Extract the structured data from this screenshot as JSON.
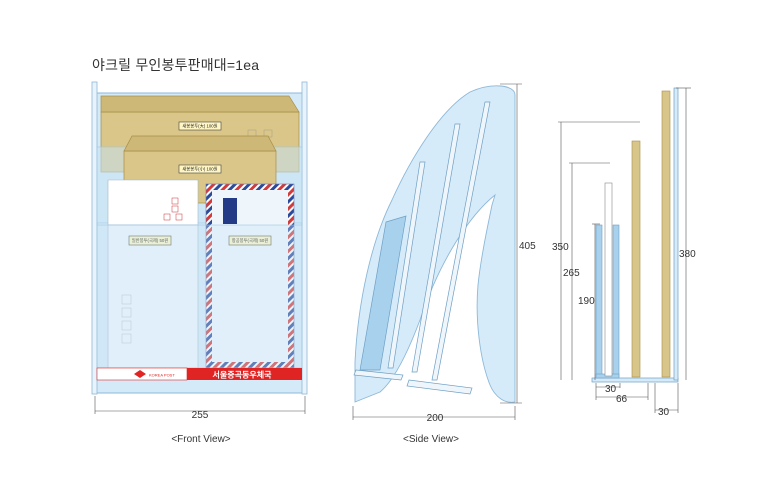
{
  "title": "야크릴 무인봉투판매대=1ea",
  "colors": {
    "acrylic": "#cfe6f7",
    "acrylic_edge": "#8db8d8",
    "kraft": "#d8c58a",
    "kraft_edge": "#a88e48",
    "red_band": "#e02424",
    "dim_line": "#555555"
  },
  "front_view": {
    "caption": "<Front View>",
    "width_dim": "255",
    "envelope_labels": [
      "새봉봉투(大) 100원",
      "새봉봉투(小) 100원",
      "일반봉투(국제) 50원",
      "항공봉투(국제) 50원"
    ],
    "band_logo": "KOREA POST",
    "band_text": "서울중곡동우체국"
  },
  "side_view": {
    "caption": "<Side View>",
    "width_dim": "200",
    "height_dim": "405"
  },
  "section_view": {
    "dims": {
      "h350": "350",
      "h265": "265",
      "h190": "190",
      "h380": "380",
      "w30a": "30",
      "w66": "66",
      "w30b": "30"
    }
  }
}
